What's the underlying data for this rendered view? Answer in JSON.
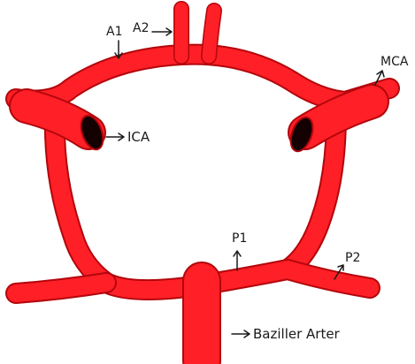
{
  "diagram": {
    "labels": {
      "a1": "A1",
      "a2": "A2",
      "mca": "MCA",
      "ica": "ICA",
      "p1": "P1",
      "p2": "P2",
      "basilar": "Baziller Arter"
    },
    "colors": {
      "vessel": "#ff1f26",
      "outline": "#b3060c",
      "lumen": "#140202",
      "ink": "#1a1a1a"
    }
  }
}
